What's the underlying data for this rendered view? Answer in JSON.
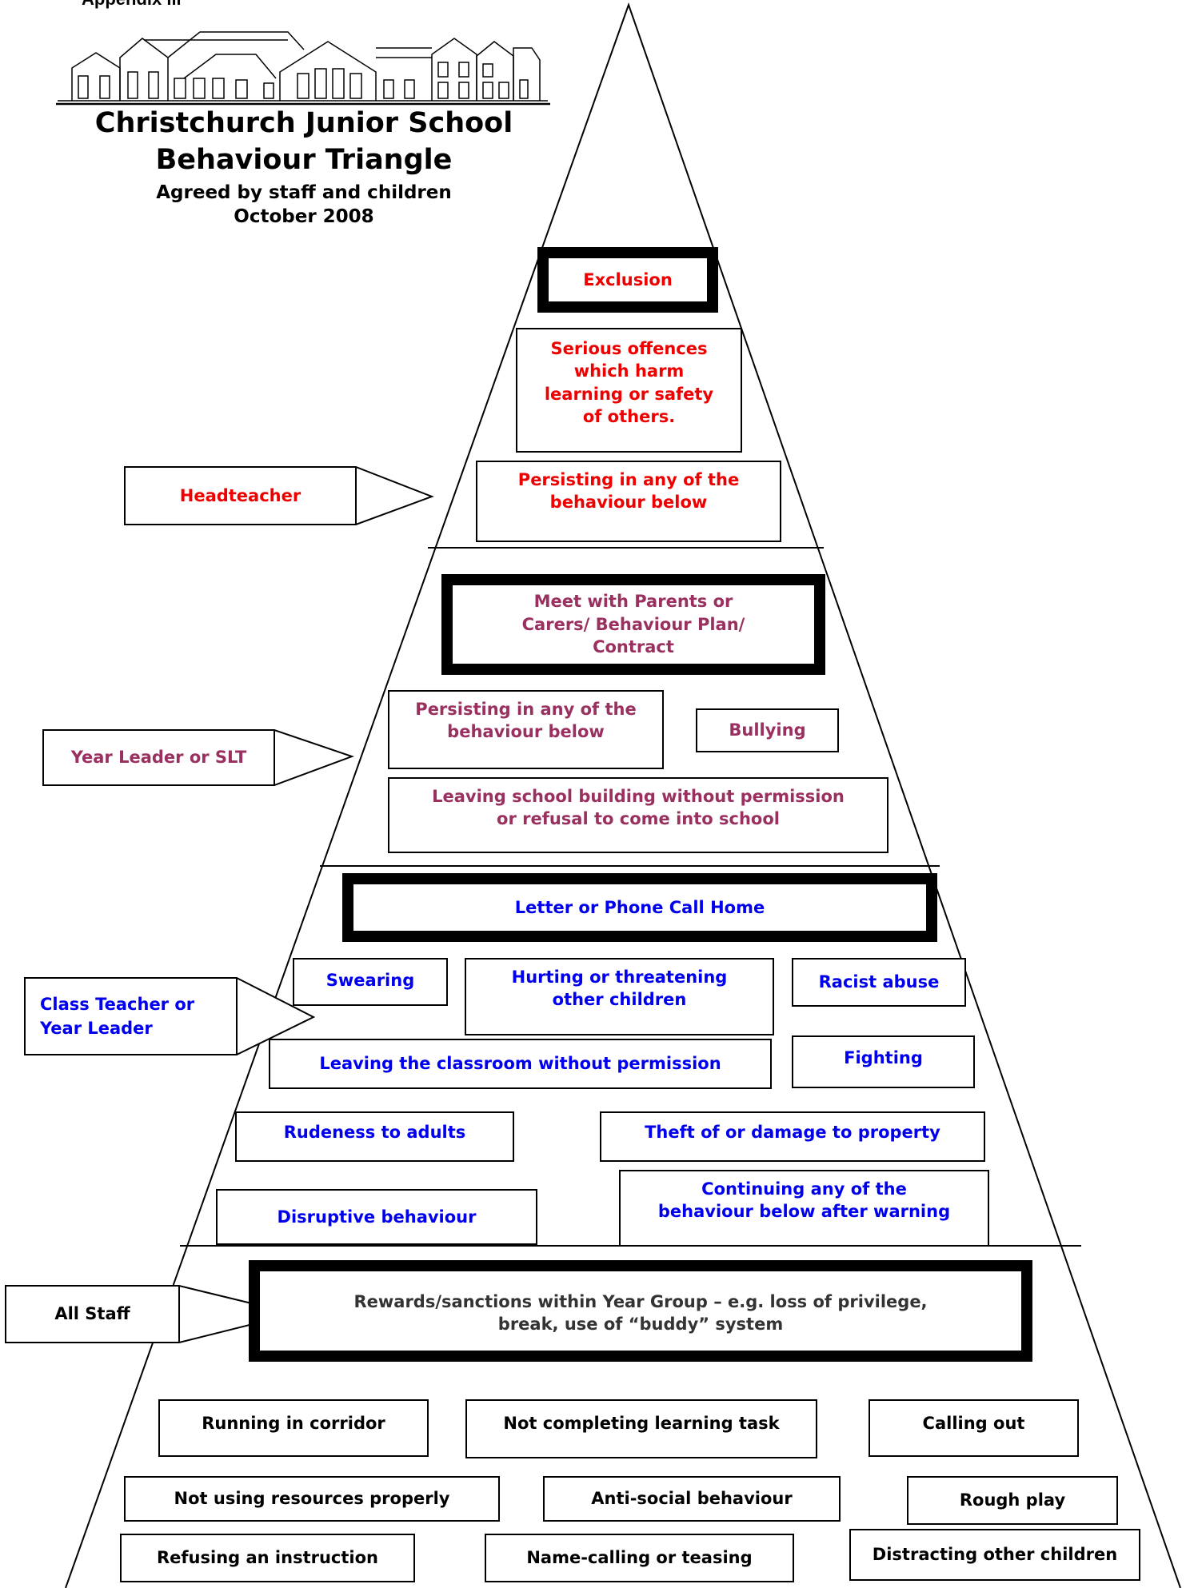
{
  "header": {
    "appendix": "Appendix iii",
    "school_name": "Christchurch Junior School",
    "document_title": "Behaviour Triangle",
    "subtitle": "Agreed by staff and children",
    "date": "October 2008"
  },
  "colors": {
    "headteacher_level": "#ee0000",
    "year_leader_level": "#99305f",
    "class_teacher_level": "#0000ee",
    "all_staff_level": "#000000"
  },
  "levels": {
    "headteacher": {
      "responsible": "Headteacher",
      "items": [
        "Exclusion",
        "Serious offences which harm learning or safety of others.",
        "Persisting in any of the behaviour below"
      ]
    },
    "year_leader": {
      "responsible": "Year Leader or SLT",
      "items": [
        "Meet with Parents or  Carers/ Behaviour Plan/ Contract",
        "Persisting in any of the behaviour below",
        "Bullying",
        "Leaving school building without permission or refusal to come into school"
      ]
    },
    "class_teacher": {
      "responsible": "Class Teacher or Year Leader",
      "items": [
        "Letter or Phone Call Home",
        "Swearing",
        "Hurting or threatening other children",
        "Racist abuse",
        "Leaving the classroom without permission",
        "Fighting",
        "Rudeness to adults",
        "Theft of or damage to property",
        "Disruptive behaviour",
        "Continuing any of the behaviour below after warning"
      ]
    },
    "all_staff": {
      "responsible": "All Staff",
      "items": [
        "Rewards/sanctions within Year Group – e.g. loss of privilege, break, use of “buddy” system",
        "Running in corridor",
        "Not completing learning task",
        "Calling out",
        "Not using resources properly",
        "Anti-social behaviour",
        "Rough play",
        "Refusing an instruction",
        "Name-calling or teasing",
        "Distracting other children"
      ]
    }
  }
}
